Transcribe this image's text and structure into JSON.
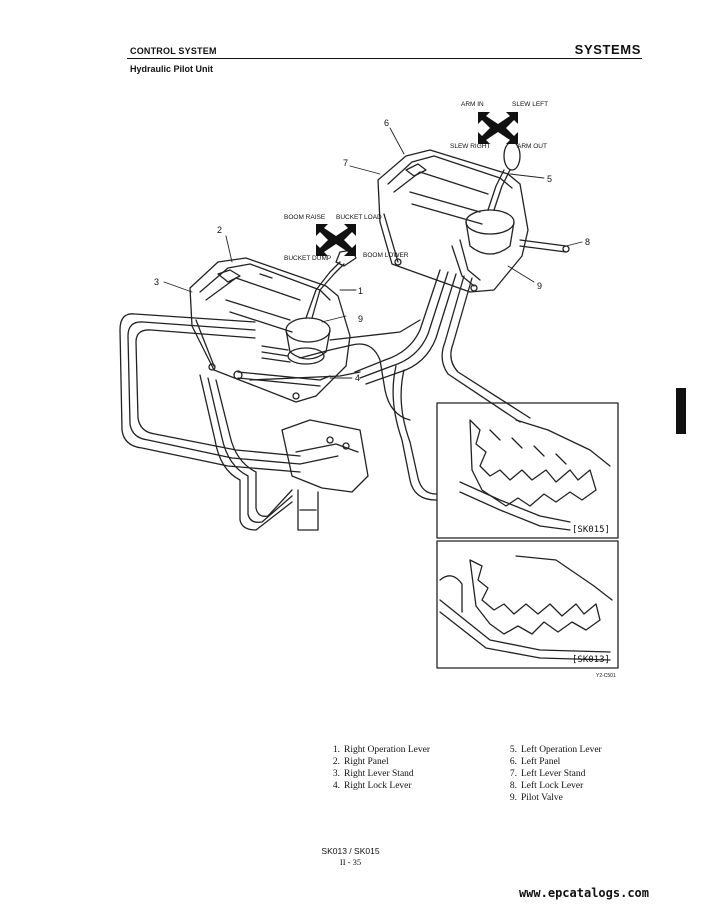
{
  "header": {
    "section": "CONTROL SYSTEM",
    "chapter": "SYSTEMS",
    "subtitle": "Hydraulic Pilot Unit"
  },
  "diagram": {
    "direction_labels_left": {
      "boom_raise": "BOOM RAISE",
      "bucket_load": "BUCKET LOAD",
      "bucket_dump": "BUCKET DUMP",
      "boom_lower": "BOOM LOWER"
    },
    "direction_labels_right": {
      "arm_in": "ARM IN",
      "slew_left": "SLEW LEFT",
      "slew_right": "SLEW RIGHT",
      "arm_out": "ARM OUT"
    },
    "callouts": [
      "1",
      "2",
      "3",
      "4",
      "5",
      "6",
      "7",
      "8",
      "9",
      "9"
    ],
    "inset_labels": [
      "[SK015]",
      "[SK013]"
    ],
    "figure_code": "Y2-C501"
  },
  "legend": {
    "left": [
      {
        "num": "1.",
        "label": "Right Operation Lever"
      },
      {
        "num": "2.",
        "label": "Right Panel"
      },
      {
        "num": "3.",
        "label": "Right Lever Stand"
      },
      {
        "num": "4.",
        "label": "Right Lock Lever"
      }
    ],
    "right": [
      {
        "num": "5.",
        "label": "Left Operation Lever"
      },
      {
        "num": "6.",
        "label": "Left Panel"
      },
      {
        "num": "7.",
        "label": "Left Lever Stand"
      },
      {
        "num": "8.",
        "label": "Left Lock Lever"
      },
      {
        "num": "9.",
        "label": "Pilot Valve"
      }
    ]
  },
  "footer": {
    "model": "SK013 / SK015",
    "page": "II - 35"
  },
  "watermark": "www.epcatalogs.com"
}
